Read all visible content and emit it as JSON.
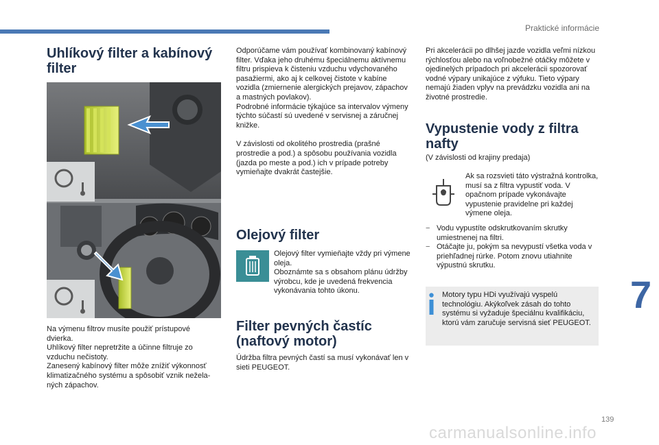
{
  "header": {
    "section": "Praktické informácie"
  },
  "col1": {
    "title": "Uhlíkový filter a kabínový filter",
    "caption": [
      "Na výmenu filtrov musíte použiť prístupové dvierka.",
      "Uhlíkový filter nepretržite a účinne filtruje zo vzduchu nečistoty.",
      "Zanesený kabínový filter môže znížiť výkonnosť klimatizačného systému a spôsobiť vznik nežela­ných zápachov."
    ]
  },
  "col2": {
    "intro": [
      "Odporúčame vám používať kombinovaný kabínový filter. Vďaka jeho druhému špeciálnemu aktívnemu filtru prispieva k čisteniu vzduchu vdychovaného pasažiermi, ako aj k celkovej čistote v kabíne vozidla (zmiernenie alergických prejavov, zápachov a mastných povlakov).",
      "Podrobné informácie týkajúce sa intervalov výmeny týchto súčastí sú uvedené v servisnej a záručnej knižke.",
      "V závislosti od okolitého prostredia (prašné prostredie a pod.) a spôsobu používania vozidla (jazda po meste a pod.) ich v prípade potreby vymieňajte dvakrát častejšie."
    ],
    "oil_title": "Olejový filter",
    "oil_text": "Olejový filter vymieňajte vždy pri výmene oleja.\nOboznámte sa s obsahom plánu údržby výrobcu, kde je uvedená frekvencia vykonávania tohto úkonu.",
    "dpf_title": "Filter pevných častíc (naftový motor)",
    "dpf_text": "Údržba filtra pevných častí sa musí vykonávať len v sieti PEUGEOT."
  },
  "col3": {
    "intro": "Pri akcelerácii po dlhšej jazde vozidla veľmi nízkou rýchlosťou alebo na voľnobežné otáčky môžete v ojedinelých prípadoch pri akcelerácii spozorovať vodné výpary unikajúce z výfuku. Tieto výpary nemajú žiaden vplyv na prevádzku vozidla ani na životné prostredie.",
    "water_title": "Vypustenie vody z filtra nafty",
    "note": "(V závislosti od krajiny predaja)",
    "warning_text": "Ak sa rozsvieti táto výstražná kontrolka, musí sa z filtra vypustiť voda. V opačnom prípade vykonávajte vypustenie pravidelne pri každej výmene oleja.",
    "steps": [
      "Vodu vypustíte odskrutkovaním skrutky umiestnenej na filtri.",
      "Otáčajte ju, pokým sa nevypustí všetka voda v priehľadnej rúrke. Potom znovu utiahnite výpustnú skrutku."
    ],
    "info": "Motory typu HDi využívajú vyspelú technológiu. Akýkoľvek zásah do tohto systému si vyžaduje špeciálnu kvalifikáciu, ktorú vám zaručuje servisná sieť PEUGEOT."
  },
  "chapter": "7",
  "page_number": "139",
  "footer": "carmanualsonline.info",
  "colors": {
    "accent": "#4a79b5",
    "heading": "#22334d",
    "icon_teal": "#3a8e96",
    "filter_green": "#c8d94a"
  },
  "icons": [
    "steering-wheel-icon",
    "temperature-icon",
    "oil-filter-icon",
    "water-in-fuel-icon",
    "info-icon"
  ]
}
